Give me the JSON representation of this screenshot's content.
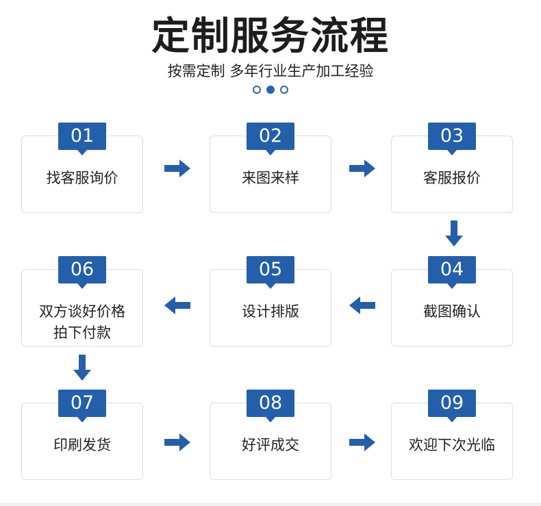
{
  "header": {
    "title": "定制服务流程",
    "subtitle": "按需定制 多年行业生产加工经验"
  },
  "colors": {
    "accent": "#235fab",
    "card_border": "#dcdcdc"
  },
  "steps": [
    {
      "num": "01",
      "label": "找客服询价"
    },
    {
      "num": "02",
      "label": "来图来样"
    },
    {
      "num": "03",
      "label": "客服报价"
    },
    {
      "num": "04",
      "label": "截图确认"
    },
    {
      "num": "05",
      "label": "设计排版"
    },
    {
      "num": "06",
      "label": "双方谈好价格",
      "label2": "拍下付款"
    },
    {
      "num": "07",
      "label": "印刷发货"
    },
    {
      "num": "08",
      "label": "好评成交"
    },
    {
      "num": "09",
      "label": "欢迎下次光临"
    }
  ],
  "arrows": [
    {
      "from": "01",
      "to": "02",
      "direction": "right"
    },
    {
      "from": "02",
      "to": "03",
      "direction": "right"
    },
    {
      "from": "03",
      "to": "04",
      "direction": "down"
    },
    {
      "from": "04",
      "to": "05",
      "direction": "left"
    },
    {
      "from": "05",
      "to": "06",
      "direction": "left"
    },
    {
      "from": "06",
      "to": "07",
      "direction": "down"
    },
    {
      "from": "07",
      "to": "08",
      "direction": "right"
    },
    {
      "from": "08",
      "to": "09",
      "direction": "right"
    }
  ]
}
